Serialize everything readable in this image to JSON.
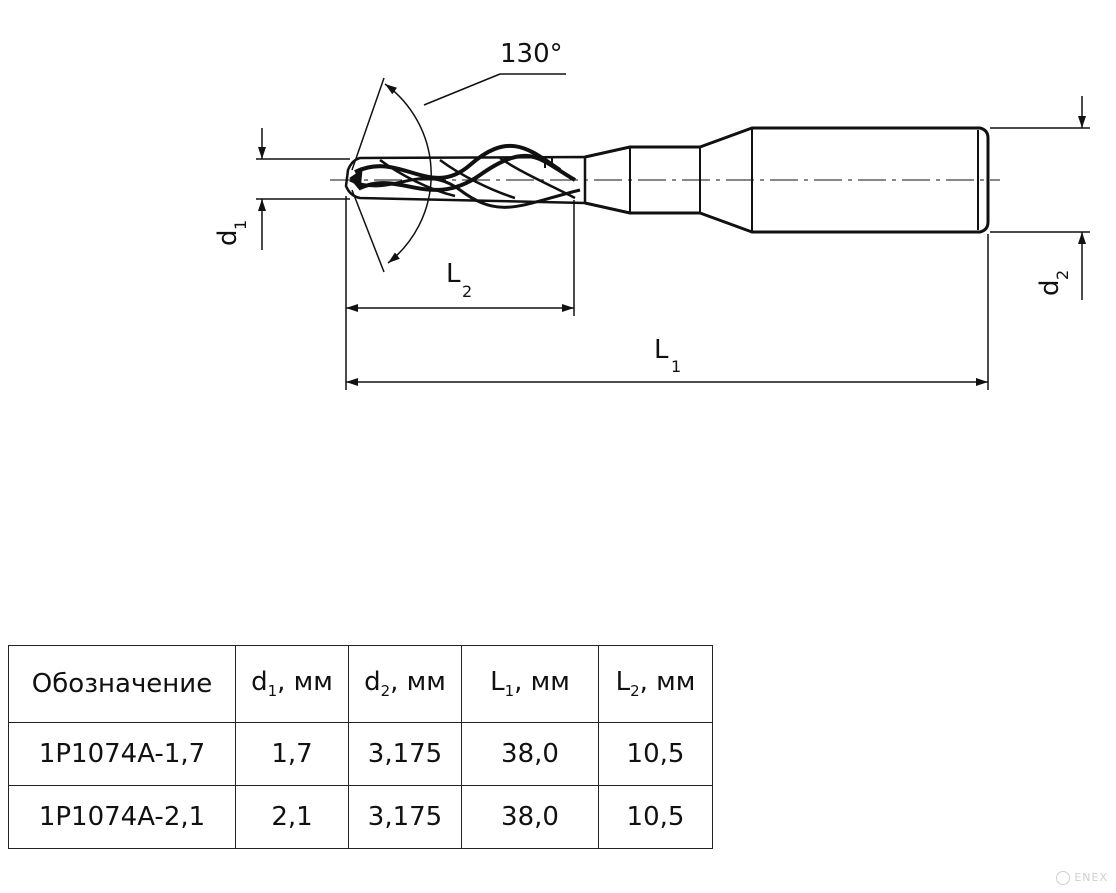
{
  "drawing": {
    "angle_label": "130°",
    "d1": {
      "base": "d",
      "sub": "1"
    },
    "d2": {
      "base": "d",
      "sub": "2"
    },
    "L1": {
      "base": "L",
      "sub": "1"
    },
    "L2": {
      "base": "L",
      "sub": "2"
    }
  },
  "table": {
    "headers": [
      {
        "base": "Обозначение",
        "sub": "",
        "unit": ""
      },
      {
        "base": "d",
        "sub": "1",
        "unit": ", мм"
      },
      {
        "base": "d",
        "sub": "2",
        "unit": ", мм"
      },
      {
        "base": "L",
        "sub": "1",
        "unit": ", мм"
      },
      {
        "base": "L",
        "sub": "2",
        "unit": ", мм"
      }
    ],
    "rows": [
      [
        "1P1074A-1,7",
        "1,7",
        "3,175",
        "38,0",
        "10,5"
      ],
      [
        "1P1074A-2,1",
        "2,1",
        "3,175",
        "38,0",
        "10,5"
      ]
    ]
  },
  "watermark": "ENEX"
}
